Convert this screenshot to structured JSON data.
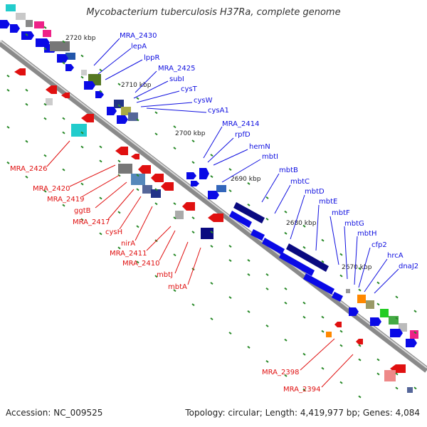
{
  "title": "Mycobacterium tuberculosis H37Ra, complete genome",
  "footer": {
    "accession": "Accession: NC_009525",
    "summary": "Topology: circular; Length: 4,419,977 bp; Genes: 4,084"
  },
  "colors": {
    "forward_label": "#1010e0",
    "reverse_label": "#e01010",
    "tick": "#2a8a2a"
  },
  "kbp_markers": [
    "2720 kbp",
    "2710 kbp",
    "2700 kbp",
    "2690 kbp",
    "2680 kbp",
    "2670 kbp"
  ],
  "forward_genes": [
    "MRA_2430",
    "lepA",
    "lppR",
    "MRA_2425",
    "subI",
    "cysT",
    "cysW",
    "cysA1",
    "MRA_2414",
    "rpfD",
    "hemN",
    "mbtI",
    "mbtB",
    "mbtC",
    "mbtD",
    "mbtE",
    "mbtF",
    "mbtG",
    "mbtH",
    "cfp2",
    "hrcA",
    "dnaJ2"
  ],
  "reverse_genes": [
    "MRA_2426",
    "MRA_2420",
    "MRA_2419",
    "ggtB",
    "MRA_2417",
    "cysH",
    "nirA",
    "MRA_2411",
    "MRA_2410",
    "mbtJ",
    "mbtA",
    "MRA_2398",
    "MRA_2394"
  ]
}
